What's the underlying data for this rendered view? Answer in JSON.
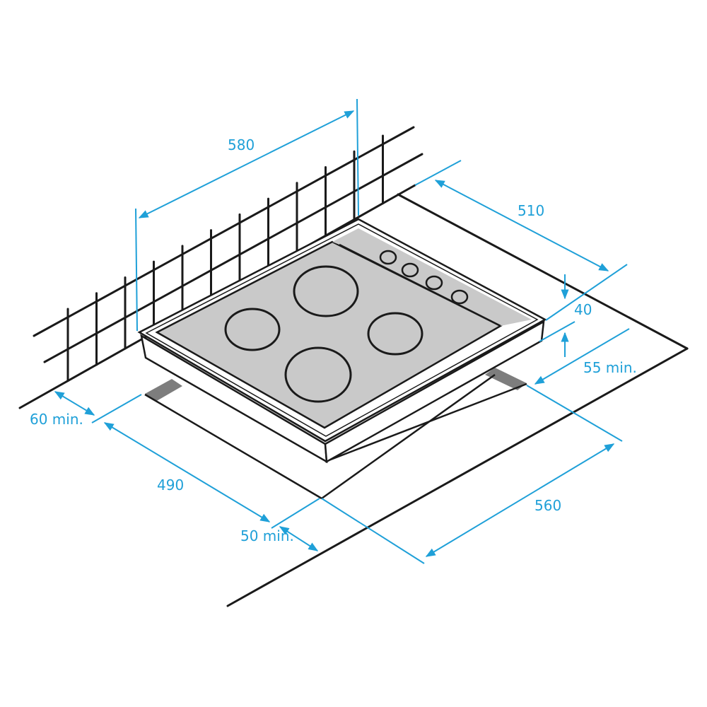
{
  "colors": {
    "dimension": "#1fa0d8",
    "outline": "#1a1a1a",
    "glass": "#c9c9c9",
    "foot": "#7d7d7d"
  },
  "dimensions": {
    "width_outer": "580",
    "depth_outer": "510",
    "height": "40",
    "side_clearance": "55 min.",
    "back_clearance": "60 min.",
    "cutout_depth": "490",
    "cutout_width": "560",
    "front_clearance": "50 min."
  }
}
